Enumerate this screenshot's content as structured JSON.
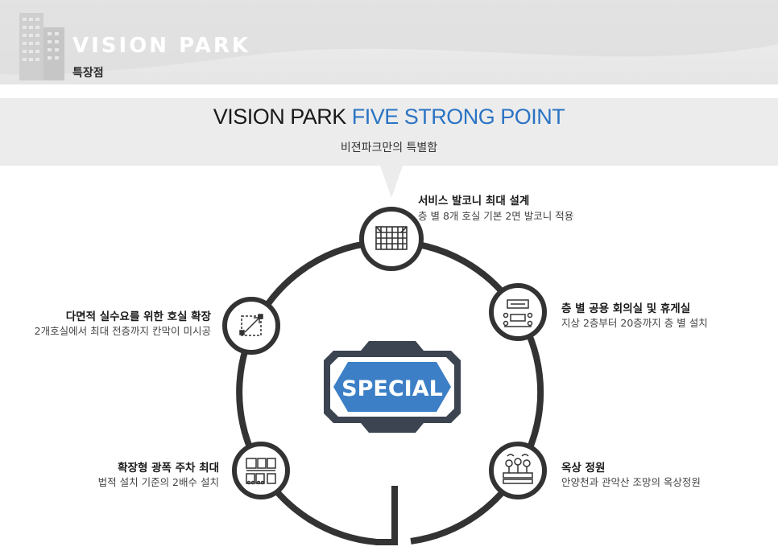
{
  "header": {
    "brand": "VISION PARK",
    "subtitle": "특장점"
  },
  "intro": {
    "headline_main": "VISION PARK",
    "headline_accent": "FIVE STRONG POINT",
    "subhead": "비젼파크만의 특별함"
  },
  "center_badge": {
    "label": "SPECIAL"
  },
  "features": [
    {
      "title": "서비스 발코니 최대 설계",
      "desc": "층 별 8개 호실 기본 2면 발코니 적용",
      "icon": "balcony-grid-icon"
    },
    {
      "title": "층 별 공용 회의실 및 휴게실",
      "desc": "지상 2층부터 20층까지 층 별 설치",
      "icon": "meeting-room-icon"
    },
    {
      "title": "옥상 정원",
      "desc": "안양천과 관악산 조망의 옥상정원",
      "icon": "rooftop-garden-icon"
    },
    {
      "title": "확장형 광폭 주차 최대",
      "desc": "법적 설치 기준의 2배수 설치",
      "icon": "parking-icon"
    },
    {
      "title": "다면적 실수요를 위한 호실 확장",
      "desc": "2개호실에서 최대 전층까지 칸막이 미시공",
      "icon": "expand-room-icon"
    }
  ],
  "colors": {
    "accent": "#2a73c4",
    "ring": "#333333",
    "badge_fill": "#3c7fc6",
    "badge_frame": "#3b4450"
  }
}
